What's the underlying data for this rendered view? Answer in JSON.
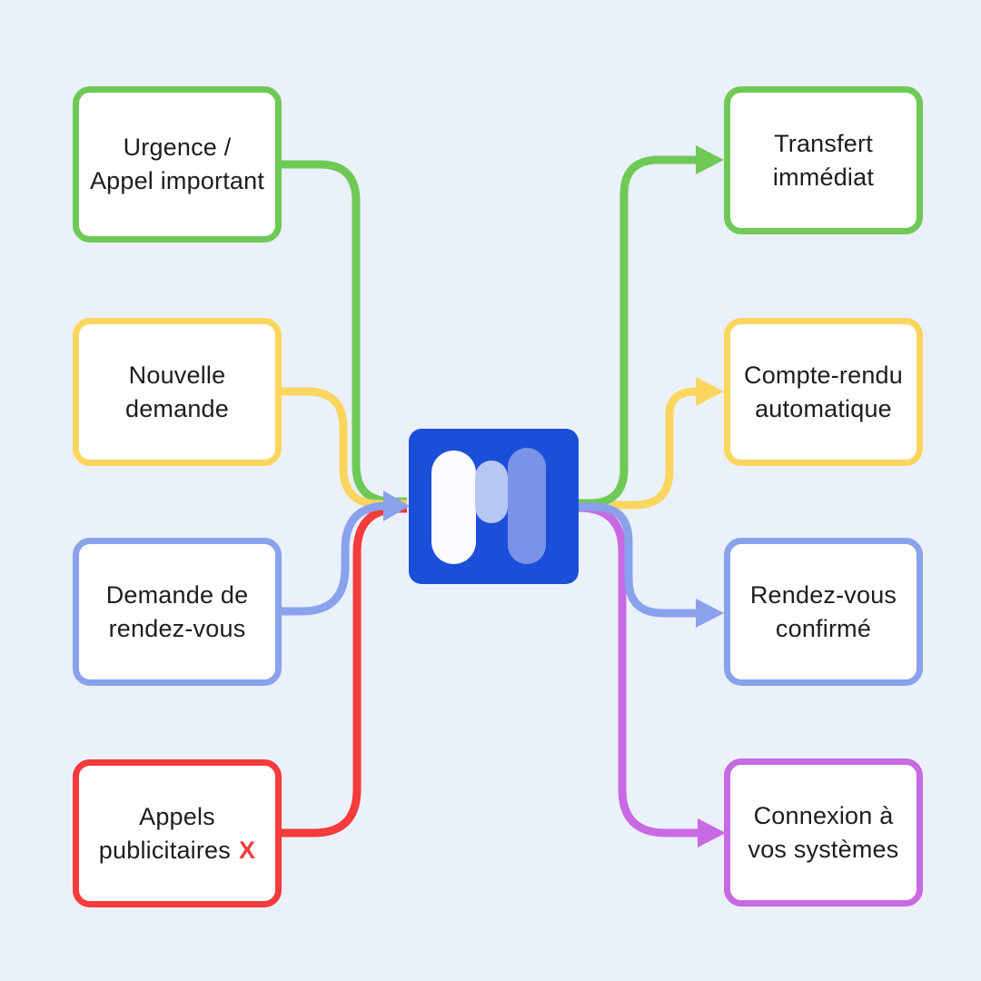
{
  "background": "#eaf1fb",
  "text_color": "#1d1d1f",
  "colors": {
    "green": "#6fc956",
    "yellow": "#fbd65f",
    "blue": "#8aa2ec",
    "red": "#f53b3b",
    "purple": "#c76ae3"
  },
  "center": {
    "label": "assistant-logo",
    "bg": "#1c4fd8",
    "bars": [
      "#f9fbfe",
      "#b7c7f4",
      "#7b92e9"
    ]
  },
  "nodes": {
    "left": [
      {
        "id": "urgence-appel-important",
        "line1": "Urgence /",
        "line2": "Appel important",
        "color": "#6fc956"
      },
      {
        "id": "nouvelle-demande",
        "line1": "Nouvelle",
        "line2": "demande",
        "color": "#fbd65f"
      },
      {
        "id": "demande-rendez-vous",
        "line1": "Demande de",
        "line2": "rendez-vous",
        "color": "#8aa2ec"
      },
      {
        "id": "appels-publicitaires",
        "line1": "Appels",
        "line2": "publicitaires",
        "suffix": "X",
        "suffix_color": "#f53b3b",
        "color": "#f53b3b"
      }
    ],
    "right": [
      {
        "id": "transfert-immediat",
        "line1": "Transfert",
        "line2": "immédiat",
        "color": "#6fc956"
      },
      {
        "id": "compte-rendu-automatique",
        "line1": "Compte-rendu",
        "line2": "automatique",
        "color": "#fbd65f"
      },
      {
        "id": "rendez-vous-confirme",
        "line1": "Rendez-vous",
        "line2": "confirmé",
        "color": "#8aa2ec"
      },
      {
        "id": "connexion-systemes",
        "line1": "Connexion à",
        "line2": "vos systèmes",
        "color": "#c76ae3"
      }
    ]
  }
}
